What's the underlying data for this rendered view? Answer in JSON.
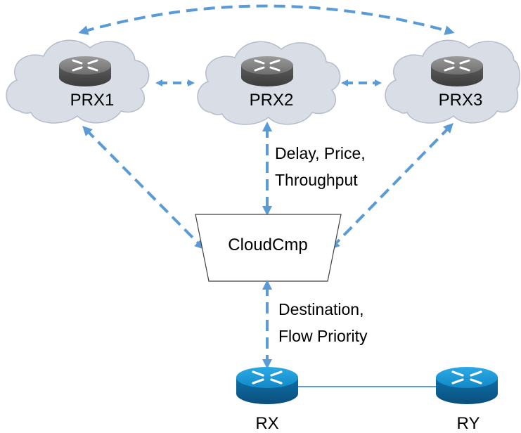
{
  "nodes": {
    "prx1": "PRX1",
    "prx2": "PRX2",
    "prx3": "PRX3",
    "cloudcmp": "CloudCmp",
    "rx": "RX",
    "ry": "RY"
  },
  "edges": {
    "prx2_cloudcmp": [
      "Delay, Price,",
      "Throughput"
    ],
    "cloudcmp_rx": [
      "Destination,",
      "Flow Priority"
    ]
  },
  "colors": {
    "arrow": "#5b9bd5",
    "cloud_fill": "#d9dde6",
    "router_gray": "#8a8a8a",
    "router_blue": "#1a9ad7"
  },
  "icons": {
    "proxy_router": "router-icon-gray",
    "endpoint_router": "router-icon-blue",
    "cloud": "cloud-icon"
  }
}
